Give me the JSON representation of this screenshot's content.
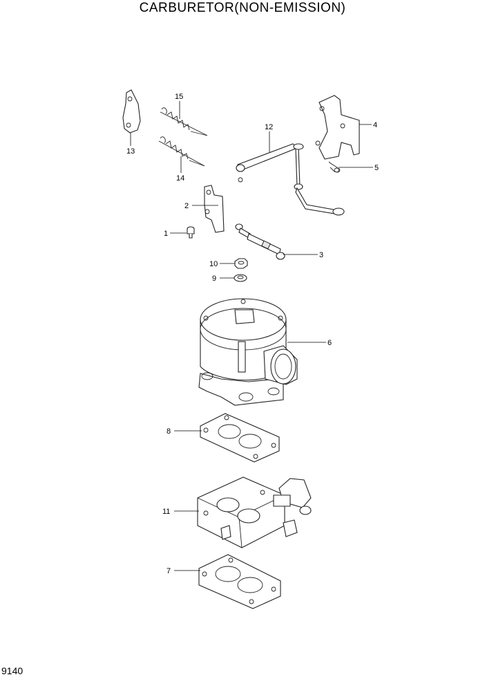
{
  "header": {
    "title": "CARBURETOR(NON-EMISSION)"
  },
  "footer": {
    "page_code": "9140"
  },
  "callouts": [
    {
      "id": "p1",
      "label": "1"
    },
    {
      "id": "p2",
      "label": "2"
    },
    {
      "id": "p3",
      "label": "3"
    },
    {
      "id": "p4",
      "label": "4"
    },
    {
      "id": "p5",
      "label": "5"
    },
    {
      "id": "p6",
      "label": "6"
    },
    {
      "id": "p7",
      "label": "7"
    },
    {
      "id": "p8",
      "label": "8"
    },
    {
      "id": "p9",
      "label": "9"
    },
    {
      "id": "p10",
      "label": "10"
    },
    {
      "id": "p11",
      "label": "11"
    },
    {
      "id": "p12",
      "label": "12"
    },
    {
      "id": "p13",
      "label": "13"
    },
    {
      "id": "p14",
      "label": "14"
    },
    {
      "id": "p15",
      "label": "15"
    }
  ]
}
